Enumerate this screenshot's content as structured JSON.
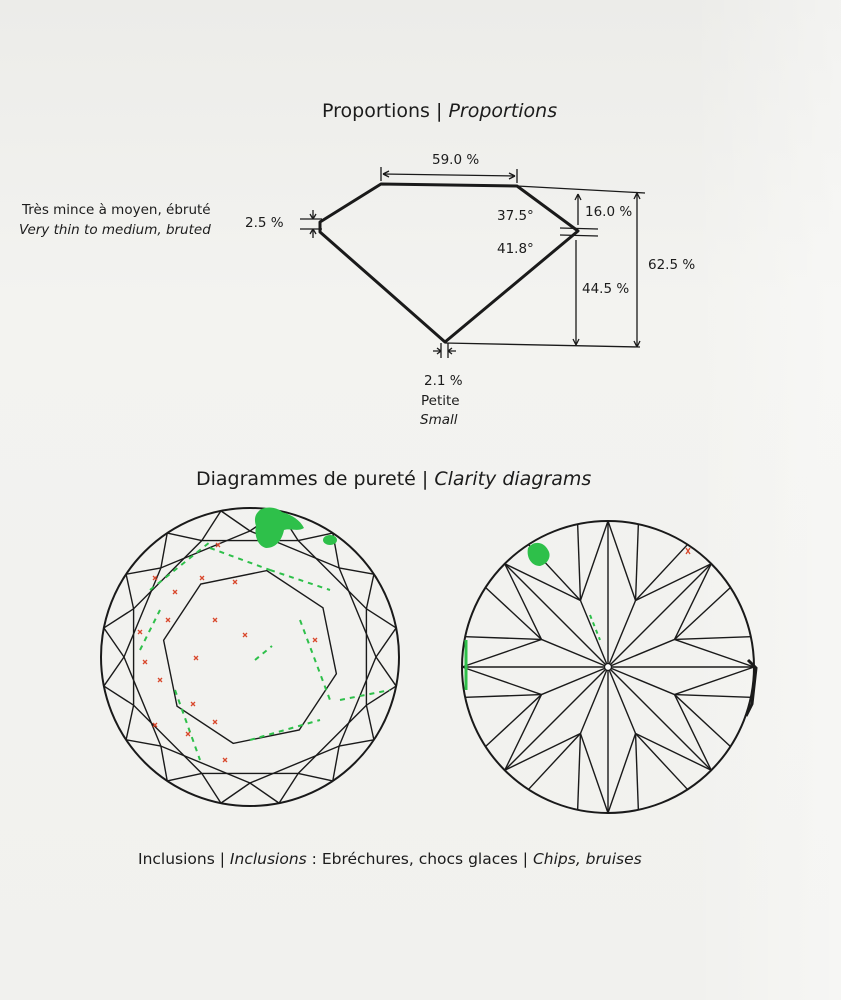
{
  "proportions": {
    "title_fr": "Proportions",
    "sep": "|",
    "title_en": "Proportions",
    "table": "59.0 %",
    "crown_angle": "37.5°",
    "pavilion_angle": "41.8°",
    "crown_height": "16.0 %",
    "pavilion_depth": "44.5 %",
    "total_depth": "62.5 %",
    "girdle_pct": "2.5 %",
    "girdle_fr": "Très mince à moyen, ébruté",
    "girdle_en": "Very thin to medium, bruted",
    "culet_pct": "2.1 %",
    "culet_fr": "Petite",
    "culet_en": "Small"
  },
  "clarity": {
    "title_fr": "Diagrammes de pureté",
    "sep": "|",
    "title_en": "Clarity diagrams"
  },
  "legend": {
    "inclusions_fr": "Inclusions",
    "sep1": "|",
    "inclusions_en": "Inclusions",
    "colon": ":",
    "chips_fr": "Ebréchures, chocs glaces",
    "sep2": "|",
    "chips_en": "Chips, bruises"
  },
  "colors": {
    "line": "#1a1a1a",
    "inclusion_red": "#d9482c",
    "chip_green": "#2ec04a"
  }
}
